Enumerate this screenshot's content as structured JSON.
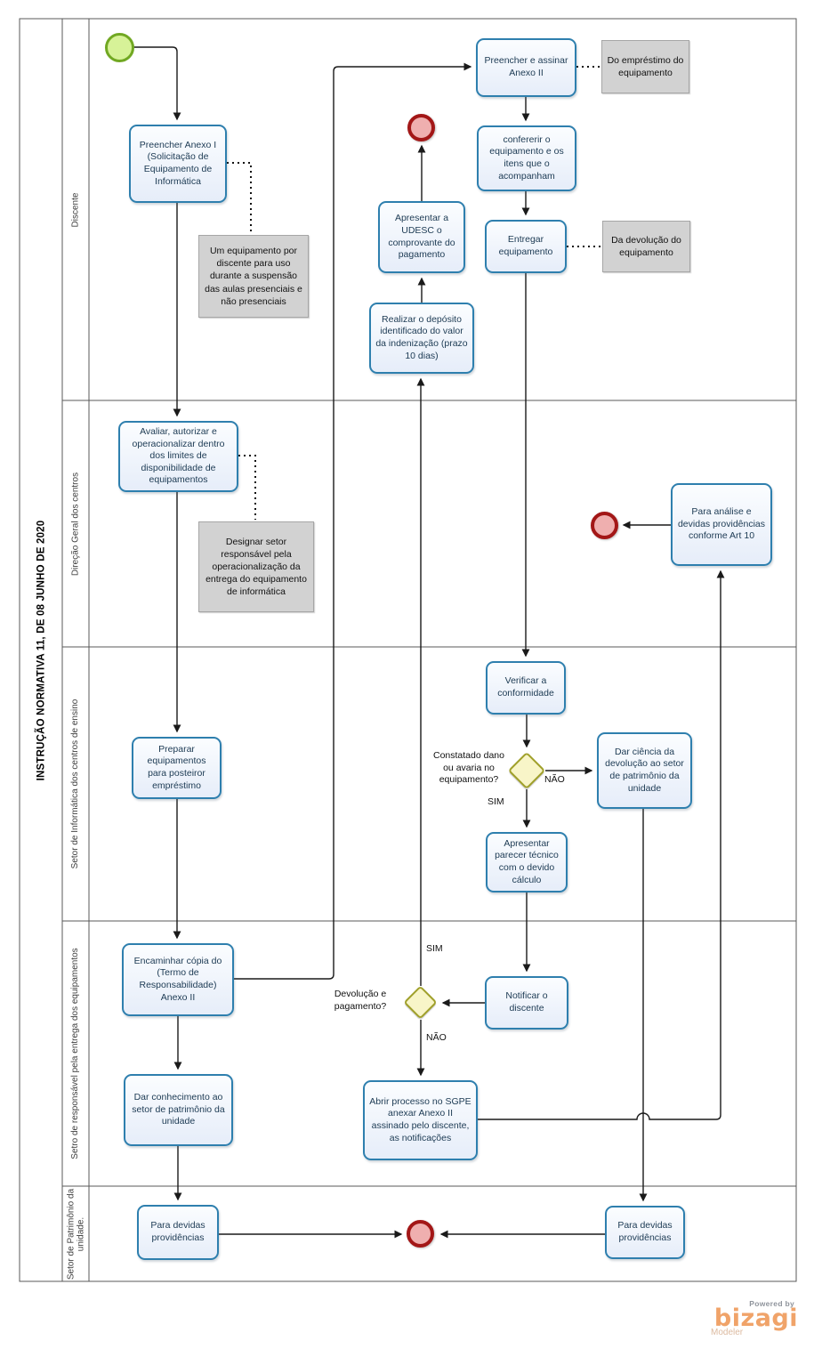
{
  "title": "INSTRUÇÃO NORMATIVA 11, DE 08 JUNHO DE 2020",
  "lanes": {
    "discente": "Discente",
    "direcao": "Direção Geral dos centros",
    "informatica": "Setor de Informática dos centros de ensino",
    "responsavel": "Setro de responsável pela entrega dos equipamentos",
    "patrimonio": "Setor de Patrimônio da unidade."
  },
  "tasks": {
    "preencher_anexo1": "Preencher Anexo I (Solicitação de Equipamento de Informática",
    "preencher_assinar_anexo2": "Preencher e assinar Anexo II",
    "conferir": "confererir o equipamento e os itens que o acompanham",
    "apresentar_udesc": "Apresentar a UDESC o comprovante do pagamento",
    "entregar": "Entregar equipamento",
    "realizar_deposito": "Realizar o depósito identificado do valor da indenização (prazo 10 dias)",
    "avaliar": "Avaliar, autorizar e operacionalizar dentro dos limites de disponibilidade de equipamentos",
    "para_analise": "Para análise e devidas providências conforme Art 10",
    "verificar": "Verificar a conformidade",
    "dar_ciencia": "Dar ciência da devolução ao setor de patrimônio da unidade",
    "apresentar_parecer": "Apresentar parecer técnico com o devido cálculo",
    "preparar": "Preparar equipamentos para posteiror empréstimo",
    "encaminhar": "Encaminhar cópia do (Termo de Responsabilidade) Anexo II",
    "notificar": "Notificar o discente",
    "abrir_processo": "Abrir processo no SGPE anexar Anexo II assinado pelo discente,  as notificações",
    "dar_conhecimento": "Dar conhecimento ao setor de patrimônio da unidade",
    "para_devidas_1": "Para devidas providências",
    "para_devidas_2": "Para devidas providências"
  },
  "annotations": {
    "emprestimo": "Do empréstimo do equipamento",
    "devolucao": "Da devolução do equipamento",
    "um_equipamento": "Um equipamento por discente para uso durante a suspensão das aulas presenciais e não presenciais",
    "designar": "Designar setor responsável pela operacionalização da entrega do equipamento de informática"
  },
  "gateways": {
    "dano": {
      "question": "Constatado dano ou avaria no equipamento?",
      "yes": "SIM",
      "no": "NÃO"
    },
    "devolucao_pagamento": {
      "question": "Devolução e pagamento?",
      "yes": "SIM",
      "no": "NÃO"
    }
  },
  "branding": {
    "powered_by": "Powered by",
    "brand": "bizagi",
    "product": "Modeler"
  },
  "colors": {
    "task_fill": "#e8effa",
    "task_border": "#2e7fae",
    "task_text": "#1c3a53",
    "gateway_fill": "#f8f5c8",
    "gateway_border": "#a0a02a",
    "start_fill": "#d7f298",
    "start_border": "#71a822",
    "end_fill": "#efafaf",
    "end_border": "#a31717",
    "annotation_fill": "#d2d2d2",
    "grid": "#595959",
    "brand_orange": "#f0a369"
  }
}
